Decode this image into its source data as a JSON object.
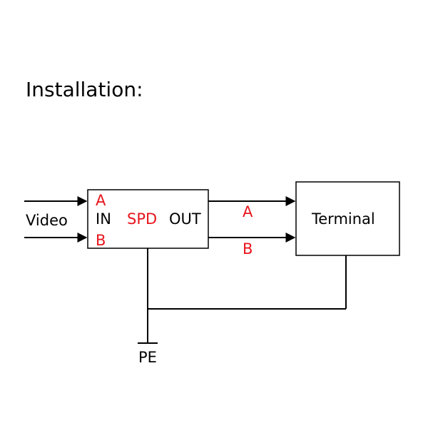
{
  "title": "Installation:",
  "input_label": "Video",
  "spd": {
    "pin_a": "A",
    "in_label": "IN",
    "name": "SPD",
    "out_label": "OUT",
    "pin_b": "B"
  },
  "output_lines": {
    "a_label": "A",
    "b_label": "B"
  },
  "terminal": {
    "name": "Terminal"
  },
  "ground": {
    "label": "PE"
  },
  "colors": {
    "accent_red": "#e8141c",
    "line": "#000000",
    "background": "#ffffff"
  }
}
